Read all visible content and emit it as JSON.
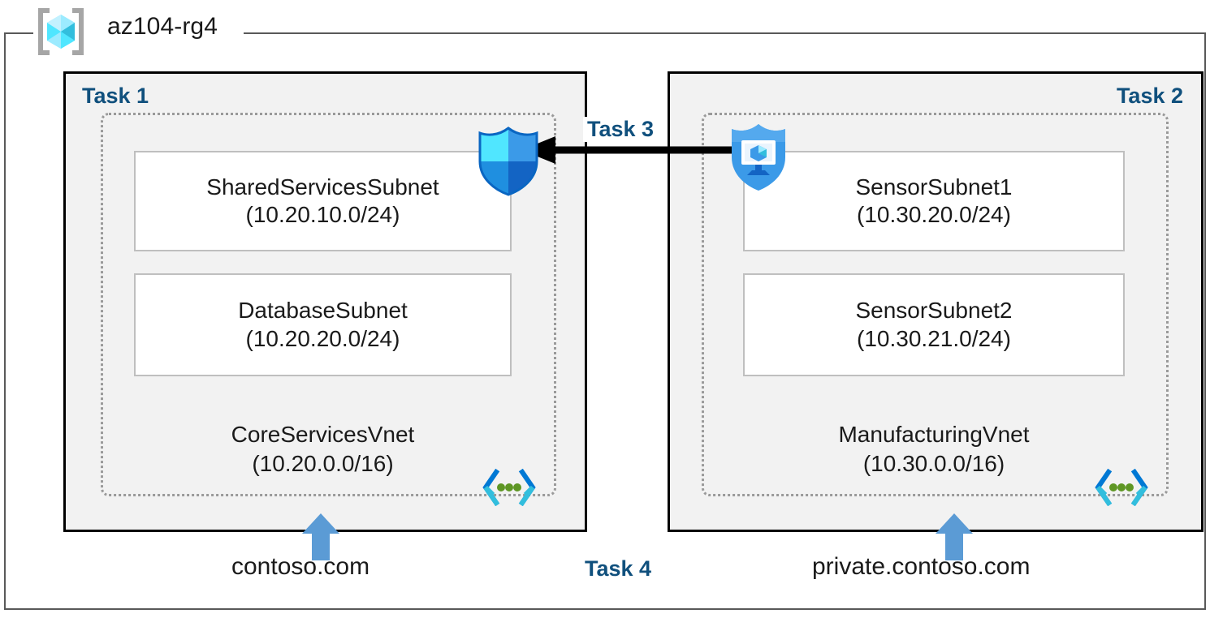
{
  "resource_group": {
    "name": "az104-rg4",
    "icon": "resource-group-cube-icon"
  },
  "panels": [
    {
      "id": "task1",
      "title": "Task 1",
      "vnet": {
        "name": "CoreServicesVnet",
        "cidr": "(10.20.0.0/16)",
        "icon": "virtual-network-icon"
      },
      "subnets": [
        {
          "name": "SharedServicesSubnet",
          "cidr": "(10.20.10.0/24)"
        },
        {
          "name": "DatabaseSubnet",
          "cidr": "(10.20.20.0/24)"
        }
      ],
      "dns": {
        "label": "contoso.com",
        "arrow_icon": "up-arrow-icon"
      }
    },
    {
      "id": "task2",
      "title": "Task 2",
      "vnet": {
        "name": "ManufacturingVnet",
        "cidr": "(10.30.0.0/16)",
        "icon": "virtual-network-icon"
      },
      "subnets": [
        {
          "name": "SensorSubnet1",
          "cidr": "(10.30.20.0/24)"
        },
        {
          "name": "SensorSubnet2",
          "cidr": "(10.30.21.0/24)"
        }
      ],
      "dns": {
        "label": "private.contoso.com",
        "arrow_icon": "up-arrow-icon"
      }
    }
  ],
  "connection": {
    "title": "Task 3",
    "direction": "right-to-left",
    "arrow_icon": "left-arrow-icon",
    "source_icon": "virtual-machine-shield-icon",
    "target_icon": "network-security-group-shield-icon"
  },
  "task4": {
    "title": "Task 4"
  },
  "colors": {
    "task_label": "#10507d",
    "panel_fill": "#f2f2f2",
    "panel_border": "#000000",
    "vnet_border": "#9a9a9a",
    "subnet_border": "#bfbfbf",
    "rg_frame": "#595959",
    "arrow_blue": "#5b9bd5",
    "arrow_black": "#000000",
    "icon_cyan": "#50e6ff",
    "icon_blue": "#0078d4",
    "icon_green": "#5e9624",
    "text": "#1a1a1a"
  }
}
